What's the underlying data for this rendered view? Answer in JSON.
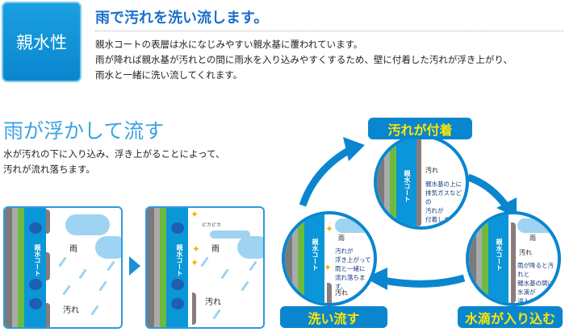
{
  "badge": "親水性",
  "header": {
    "title": "雨で汚れを洗い流します。",
    "lines": [
      "親水コートの表層は水になじみやすい親水基に覆われています。",
      "雨が降れば親水基が汚れとの間に雨水を入り込みやすくするため、壁に付着した汚れが浮き上がり、",
      "雨水と一緒に洗い流してくれます。"
    ]
  },
  "section": {
    "title": "雨が浮かして流す",
    "lines": [
      "水が汚れの下に入り込み、浮き上がることによって、",
      "汚れが流れ落ちます。"
    ]
  },
  "panels": {
    "coat": "親水コート",
    "rain": "雨",
    "dirt": "汚れ",
    "sparkle": "ピカピカ"
  },
  "cycle": {
    "step1": {
      "title": "汚れが付着",
      "coat": "親水コート",
      "dirt": "汚れ",
      "text": [
        "親水基の上に",
        "排気ガスなどの",
        "汚れが",
        "付着します。"
      ]
    },
    "step2": {
      "title": "水滴が入り込む",
      "coat": "親水コート",
      "rain": "雨",
      "dirt": "汚れ",
      "text": [
        "雨が降ると汚れと",
        "親水基の間に",
        "水滴が",
        "浸入します。"
      ]
    },
    "step3": {
      "title": "洗い流す",
      "coat": "親水コート",
      "rain": "雨",
      "dirt": "汚れ",
      "text": [
        "汚れが",
        "浮き上がって",
        "雨と一緒に",
        "流れ落ちます。"
      ]
    }
  }
}
